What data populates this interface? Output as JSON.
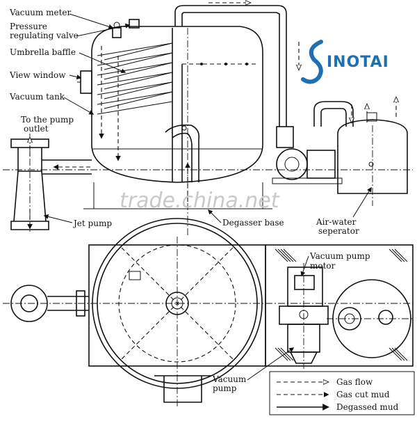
{
  "logo": {
    "text": "INOTAI",
    "color": "#1f6fb2"
  },
  "watermark": "trade.china.net",
  "labels": {
    "vacuum_meter": "Vacuum meter",
    "pressure_valve_1": "Pressure",
    "pressure_valve_2": "regulating valve",
    "umbrella_baffle": "Umbrella baffle",
    "view_window": "View window",
    "vacuum_tank": "Vacuum tank",
    "pump_outlet_1": "To the pump",
    "pump_outlet_2": "outlet",
    "jet_pump": "Jet pump",
    "degasser_base": "Degasser base",
    "air_water_1": "Air-water",
    "air_water_2": "seperator",
    "vacuum_pump_motor_1": "Vacuum pump",
    "vacuum_pump_motor_2": "motor",
    "vacuum_pump_1": "Vacuum",
    "vacuum_pump_2": "pump"
  },
  "legend": {
    "gas_flow": "Gas flow",
    "gas_cut_mud": "Gas cut mud",
    "degassed_mud": "Degassed mud"
  }
}
